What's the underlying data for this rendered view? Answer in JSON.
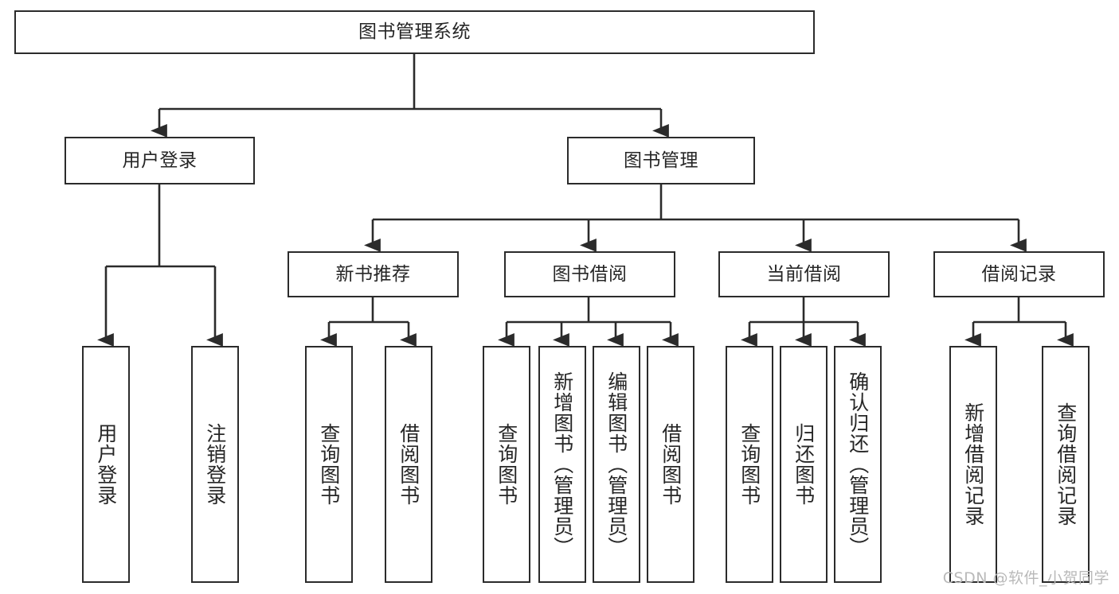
{
  "diagram": {
    "kind": "tree-hierarchy-chart",
    "title": "图书管理系统",
    "stroke_color": "#2b2b2b",
    "text_color": "#262626",
    "background_color": "#ffffff",
    "watermark": "CSDN @软件_小贺同学",
    "nodes": {
      "root": {
        "label": "图书管理系统",
        "orientation": "horizontal"
      },
      "l2": [
        {
          "id": "user-login",
          "label": "用户登录",
          "orientation": "horizontal"
        },
        {
          "id": "book-manage",
          "label": "图书管理",
          "orientation": "horizontal"
        }
      ],
      "l3": [
        {
          "id": "new-book-recommend",
          "label": "新书推荐",
          "orientation": "horizontal"
        },
        {
          "id": "book-borrow",
          "label": "图书借阅",
          "orientation": "horizontal"
        },
        {
          "id": "current-borrow",
          "label": "当前借阅",
          "orientation": "horizontal"
        },
        {
          "id": "borrow-record",
          "label": "借阅记录",
          "orientation": "horizontal"
        }
      ],
      "leaves": [
        {
          "id": "leaf-user-login",
          "label": "用户登录",
          "orientation": "vertical",
          "parent": "user-login"
        },
        {
          "id": "leaf-user-logout",
          "label": "注销登录",
          "orientation": "vertical",
          "parent": "user-login"
        },
        {
          "id": "leaf-query-book-1",
          "label": "查询图书",
          "orientation": "vertical",
          "parent": "new-book-recommend"
        },
        {
          "id": "leaf-borrow-book-1",
          "label": "借阅图书",
          "orientation": "vertical",
          "parent": "new-book-recommend"
        },
        {
          "id": "leaf-query-book-2",
          "label": "查询图书",
          "orientation": "vertical",
          "parent": "book-borrow"
        },
        {
          "id": "leaf-add-book",
          "label": "新增图书（管理员）",
          "orientation": "vertical",
          "parent": "book-borrow"
        },
        {
          "id": "leaf-edit-book",
          "label": "编辑图书（管理员）",
          "orientation": "vertical",
          "parent": "book-borrow"
        },
        {
          "id": "leaf-borrow-book-2",
          "label": "借阅图书",
          "orientation": "vertical",
          "parent": "book-borrow"
        },
        {
          "id": "leaf-query-book-3",
          "label": "查询图书",
          "orientation": "vertical",
          "parent": "current-borrow"
        },
        {
          "id": "leaf-return-book",
          "label": "归还图书",
          "orientation": "vertical",
          "parent": "current-borrow"
        },
        {
          "id": "leaf-confirm-return",
          "label": "确认归还（管理员）",
          "orientation": "vertical",
          "parent": "current-borrow"
        },
        {
          "id": "leaf-add-record",
          "label": "新增借阅记录",
          "orientation": "vertical",
          "parent": "borrow-record"
        },
        {
          "id": "leaf-query-record",
          "label": "查询借阅记录",
          "orientation": "vertical",
          "parent": "borrow-record"
        }
      ]
    }
  }
}
